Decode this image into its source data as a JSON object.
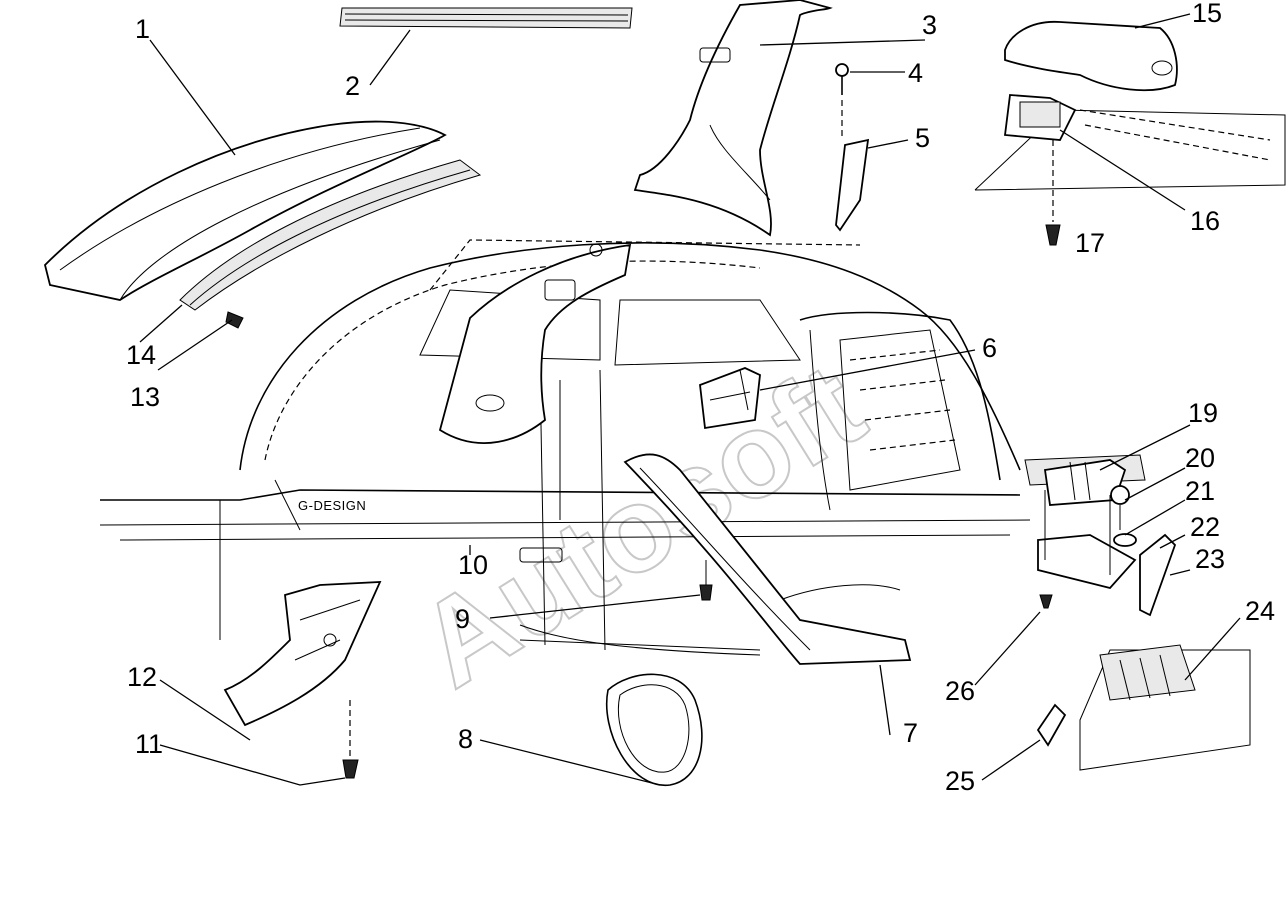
{
  "watermark": "Autosoft",
  "badge_text": "G-DESIGN",
  "callouts": [
    "1",
    "2",
    "3",
    "4",
    "5",
    "6",
    "7",
    "8",
    "9",
    "10",
    "11",
    "12",
    "13",
    "14",
    "15",
    "16",
    "17",
    "19",
    "20",
    "21",
    "22",
    "23",
    "24",
    "25",
    "26"
  ]
}
